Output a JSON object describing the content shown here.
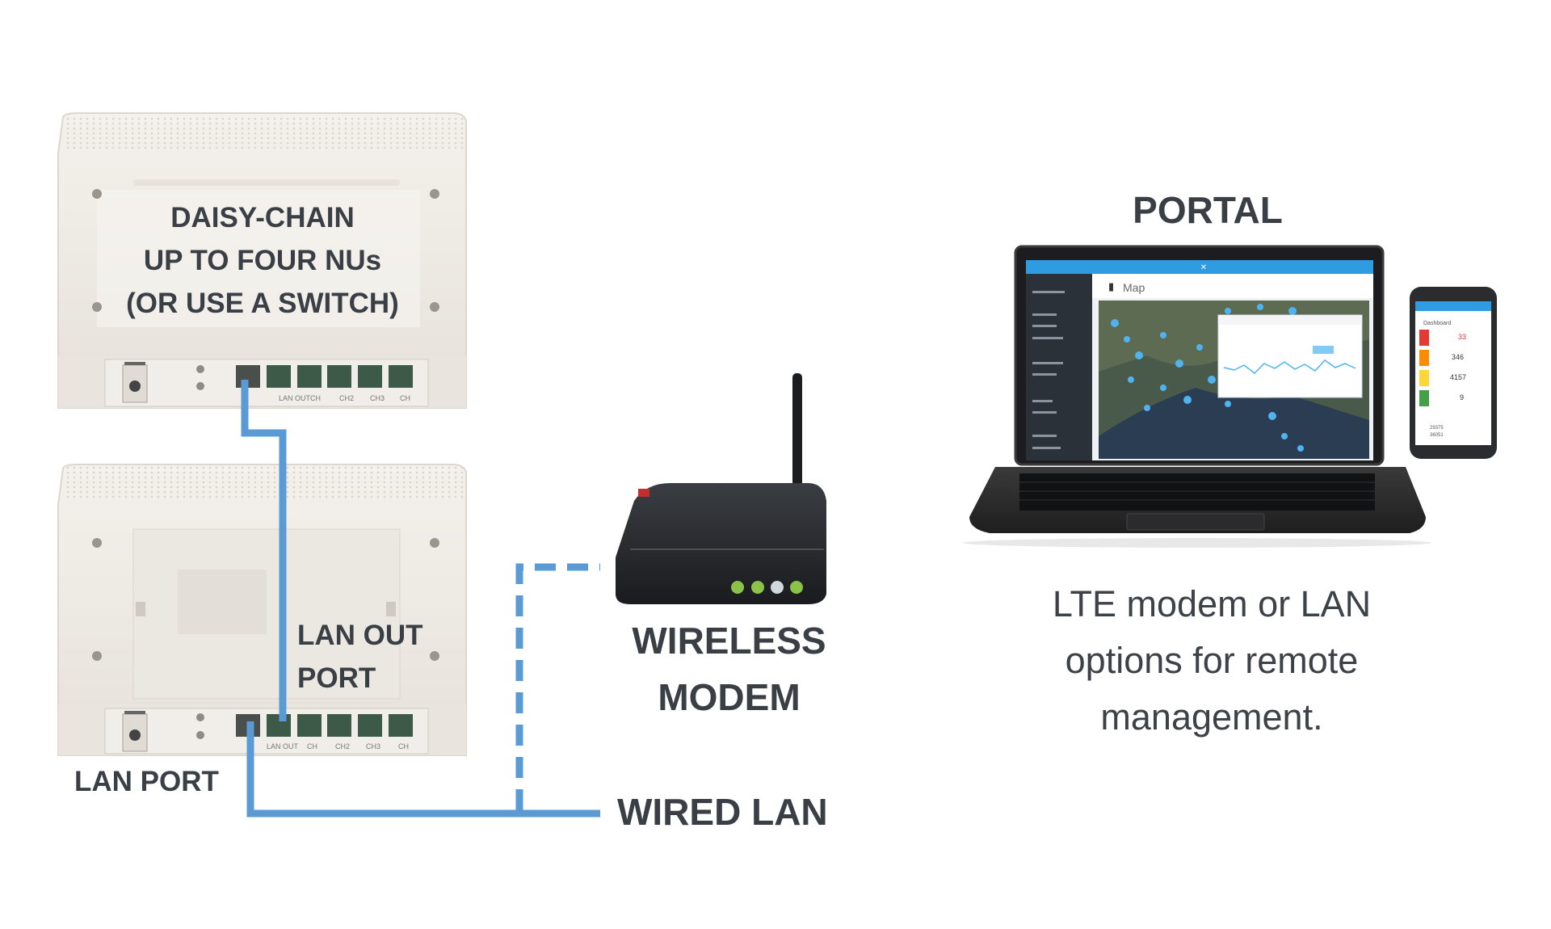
{
  "top_nu": {
    "label_lines": [
      "DAISY-CHAIN",
      "UP TO FOUR NUs",
      "(OR USE A SWITCH)"
    ],
    "port_labels": [
      "LAN OUT",
      "CH",
      "CH2",
      "CH3",
      "CH"
    ]
  },
  "bottom_nu": {
    "port_labels": [
      "LAN OUT",
      "CH",
      "CH2",
      "CH3",
      "CH"
    ]
  },
  "labels": {
    "lan_out_port": [
      "LAN OUT",
      "PORT"
    ],
    "lan_port": "LAN PORT",
    "wireless_modem": [
      "WIRELESS",
      "MODEM"
    ],
    "wired_lan": "WIRED LAN",
    "portal": "PORTAL"
  },
  "caption_lines": [
    "LTE modem or LAN",
    "options for remote",
    "management."
  ],
  "laptop_screen": {
    "map_title": "Map"
  },
  "phone_screen": {
    "title": "Dashboard",
    "stats": [
      "33",
      "346",
      "4157",
      "9"
    ],
    "footer": [
      "29375",
      "36051"
    ]
  },
  "colors": {
    "cable": "#5b9bd5",
    "device": "#efebe6",
    "text": "#3a3f46",
    "portal_accent": "#2f9be0"
  }
}
